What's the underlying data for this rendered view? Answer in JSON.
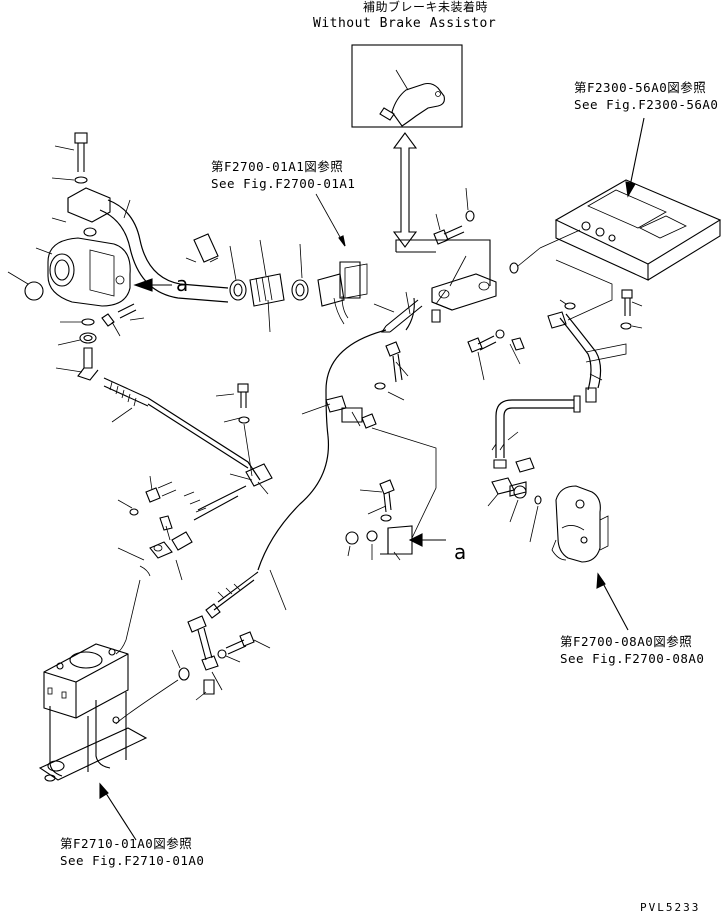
{
  "top_note": {
    "jp": "補助ブレーキ未装着時",
    "en": "Without Brake Assistor"
  },
  "references": {
    "f2700_01a1": {
      "jp": "第F2700-01A1図参照",
      "en": "See Fig.F2700-01A1"
    },
    "f2300_56a0": {
      "jp": "第F2300-56A0図参照",
      "en": "See Fig.F2300-56A0"
    },
    "f2700_08a0": {
      "jp": "第F2700-08A0図参照",
      "en": "See Fig.F2700-08A0"
    },
    "f2710_01a0": {
      "jp": "第F2710-01A0図参照",
      "en": "See Fig.F2710-01A0"
    }
  },
  "callouts": {
    "a_left": "a",
    "a_right": "a"
  },
  "drawing_code": "PVL5233"
}
